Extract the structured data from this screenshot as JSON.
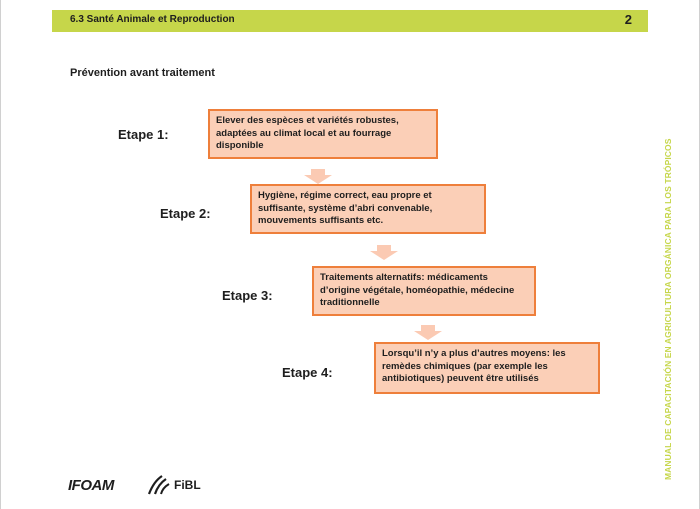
{
  "header": {
    "title": "6.3 Santé Animale et Reproduction",
    "page_number": "2"
  },
  "section_title": "Prévention avant traitement",
  "steps": [
    {
      "label": "Etape 1:",
      "text": "Elever des espèces et variétés robustes, adaptées au climat local et au fourrage disponible"
    },
    {
      "label": "Etape 2:",
      "text": "Hygiène, régime correct, eau propre et suffisante, système d’abri convenable, mouvements suffisants etc."
    },
    {
      "label": "Etape 3:",
      "text": "Traitements alternatifs: médicaments d’origine végétale, homéopathie, médecine traditionnelle"
    },
    {
      "label": "Etape 4:",
      "text": "Lorsqu’il n’y a plus d’autres moyens: les remèdes chimiques (par exemple les antibiotiques) peuvent être utilisés"
    }
  ],
  "side_text": "MANUAL DE CAPACITACIÓN EN AGRICULTURA ORGÁNICA PARA LOS TRÓPICOS",
  "logos": {
    "ifoam": "IFOAM",
    "fibl": "FiBL"
  },
  "colors": {
    "header_bar": "#c6d64a",
    "box_fill": "#fbcfb7",
    "box_border": "#ee7f3b",
    "arrow": "#fbcab3"
  }
}
